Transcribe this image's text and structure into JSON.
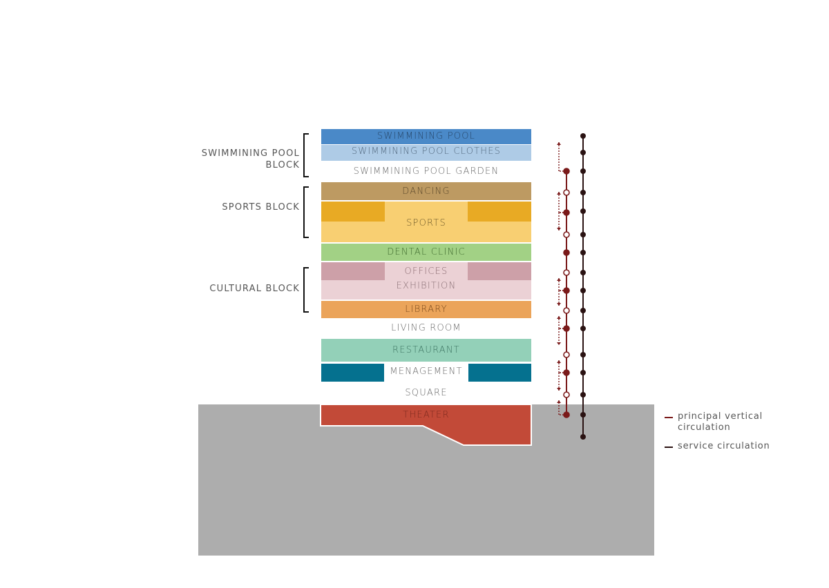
{
  "blocks": {
    "swimming_pool": "SWIMMINING POOL\nBLOCK",
    "sports": "SPORTS BLOCK",
    "cultural": "CULTURAL BLOCK"
  },
  "floors": {
    "swimming_pool": "SWIMMINING POOL",
    "swimming_pool_clothes": "SWIMMINING POOL CLOTHES",
    "swimming_pool_garden": "SWIMMINING POOL GARDEN",
    "dancing": "DANCING",
    "sports": "SPORTS",
    "dental_clinic": "DENTAL CLINIC",
    "offices": "OFFICES",
    "exhibition": "EXHIBITION",
    "library": "LIBRARY",
    "living_room": "LIVING ROOM",
    "restaurant": "RESTAURANT",
    "management": "MENAGEMENT",
    "square": "SQUARE",
    "theater": "THEATER"
  },
  "legend": {
    "principal": "principal vertical\ncirculation",
    "service": "service circulation"
  },
  "colors": {
    "ground": "#adadad",
    "swimming_pool": "#4a89c8",
    "swimming_pool_clothes": "#aecbe6",
    "dancing": "#bd9a62",
    "sports_dark": "#e8aa24",
    "sports_light": "#f8cf72",
    "dental_clinic": "#a2d185",
    "offices_dark": "#cda0a8",
    "offices_light": "#ebd1d5",
    "library": "#eba45a",
    "restaurant": "#93d0b8",
    "management": "#05718f",
    "theater": "#c24a38",
    "principal_circulation": "#7a1a1a",
    "service_circulation": "#2a1212"
  }
}
